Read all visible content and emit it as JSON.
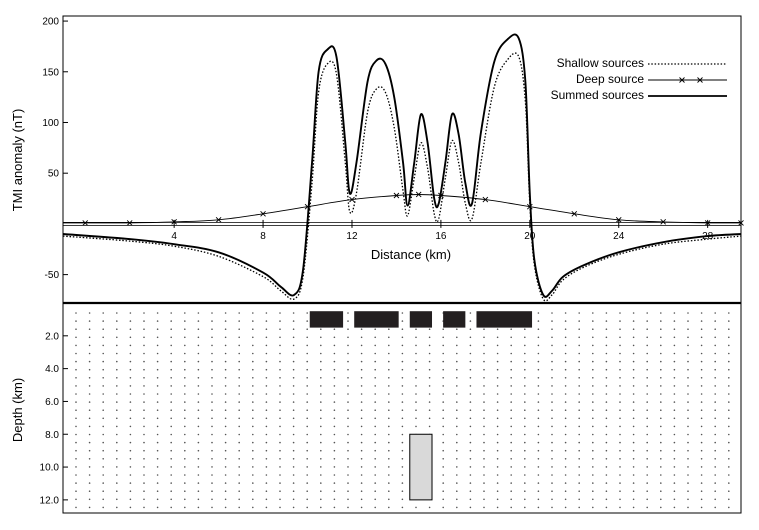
{
  "chart_data": [
    {
      "type": "line",
      "ylabel": "TMI anomaly (nT)",
      "xlabel": "Distance (km)",
      "xlim": [
        -1,
        29.5
      ],
      "ylim": [
        -78,
        205
      ],
      "x_ticks": [
        4,
        8,
        12,
        16,
        20,
        24,
        28
      ],
      "y_ticks": [
        -50,
        50,
        100,
        150,
        200
      ],
      "grid": false,
      "legend_position": "top-right",
      "series": [
        {
          "name": "Shallow sources",
          "style": "dotted",
          "x": [
            -1,
            2,
            4,
            6,
            8,
            8.8,
            9.4,
            9.8,
            10.2,
            10.5,
            10.9,
            11.3,
            11.7,
            11.9,
            12.2,
            12.7,
            13.1,
            13.5,
            13.9,
            14.3,
            14.5,
            14.8,
            15.1,
            15.4,
            15.7,
            15.9,
            16.2,
            16.5,
            16.8,
            17.1,
            17.4,
            17.8,
            18.4,
            19,
            19.5,
            19.8,
            20,
            20.2,
            20.6,
            21,
            21.5,
            22.5,
            24,
            26,
            28,
            29.5
          ],
          "y": [
            -12,
            -17,
            -22,
            -32,
            -52,
            -66,
            -74,
            -52,
            40,
            130,
            158,
            148,
            60,
            12,
            30,
            110,
            133,
            130,
            95,
            32,
            8,
            45,
            80,
            55,
            10,
            5,
            45,
            82,
            60,
            20,
            5,
            60,
            135,
            162,
            165,
            120,
            20,
            -40,
            -74,
            -70,
            -55,
            -42,
            -30,
            -20,
            -15,
            -12
          ]
        },
        {
          "name": "Deep source",
          "style": "solid-x-markers",
          "x": [
            -1,
            0,
            2,
            4,
            6,
            8,
            10,
            12,
            14,
            15,
            16,
            18,
            20,
            22,
            24,
            26,
            28,
            29.5
          ],
          "y": [
            1,
            1,
            1,
            2,
            4,
            10,
            17,
            24,
            28,
            29,
            28,
            24,
            17,
            10,
            4,
            2,
            1,
            1
          ]
        },
        {
          "name": "Summed sources",
          "style": "solid",
          "x": [
            -1,
            2,
            4,
            6,
            8,
            8.8,
            9.4,
            9.8,
            10.2,
            10.5,
            10.9,
            11.3,
            11.7,
            11.9,
            12.2,
            12.7,
            13.1,
            13.5,
            13.9,
            14.3,
            14.5,
            14.8,
            15.1,
            15.4,
            15.7,
            15.9,
            16.2,
            16.5,
            16.8,
            17.1,
            17.4,
            17.8,
            18.4,
            19,
            19.5,
            19.8,
            20,
            20.2,
            20.6,
            21,
            21.5,
            22.5,
            24,
            26,
            28,
            29.5
          ],
          "y": [
            -10,
            -15,
            -20,
            -28,
            -48,
            -62,
            -70,
            -45,
            60,
            150,
            172,
            165,
            80,
            30,
            60,
            140,
            161,
            158,
            125,
            60,
            18,
            60,
            108,
            80,
            25,
            20,
            60,
            108,
            88,
            40,
            20,
            90,
            160,
            182,
            183,
            140,
            30,
            -35,
            -70,
            -66,
            -52,
            -40,
            -28,
            -18,
            -12,
            -10
          ]
        }
      ]
    },
    {
      "type": "cross-section",
      "ylabel": "Depth (km)",
      "xlim": [
        -1,
        29.5
      ],
      "ylim": [
        0,
        12.8
      ],
      "y_ticks": [
        2.0,
        4.0,
        6.0,
        8.0,
        10.0,
        12.0
      ],
      "y_tick_labels": [
        "2.0",
        "4.0",
        "6.0",
        "8.0",
        "10.0",
        "12.0"
      ],
      "shallow_bodies": [
        {
          "x0": 10.1,
          "x1": 11.6,
          "top": 0.5,
          "bottom": 1.5,
          "color": "#231f20"
        },
        {
          "x0": 12.1,
          "x1": 14.1,
          "top": 0.5,
          "bottom": 1.5,
          "color": "#231f20"
        },
        {
          "x0": 14.6,
          "x1": 15.6,
          "top": 0.5,
          "bottom": 1.5,
          "color": "#231f20"
        },
        {
          "x0": 16.1,
          "x1": 17.1,
          "top": 0.5,
          "bottom": 1.5,
          "color": "#231f20"
        },
        {
          "x0": 17.6,
          "x1": 20.1,
          "top": 0.5,
          "bottom": 1.5,
          "color": "#231f20"
        }
      ],
      "deep_body": {
        "x0": 14.6,
        "x1": 15.6,
        "top": 8.0,
        "bottom": 12.0,
        "color": "#d9d9d9"
      }
    }
  ]
}
